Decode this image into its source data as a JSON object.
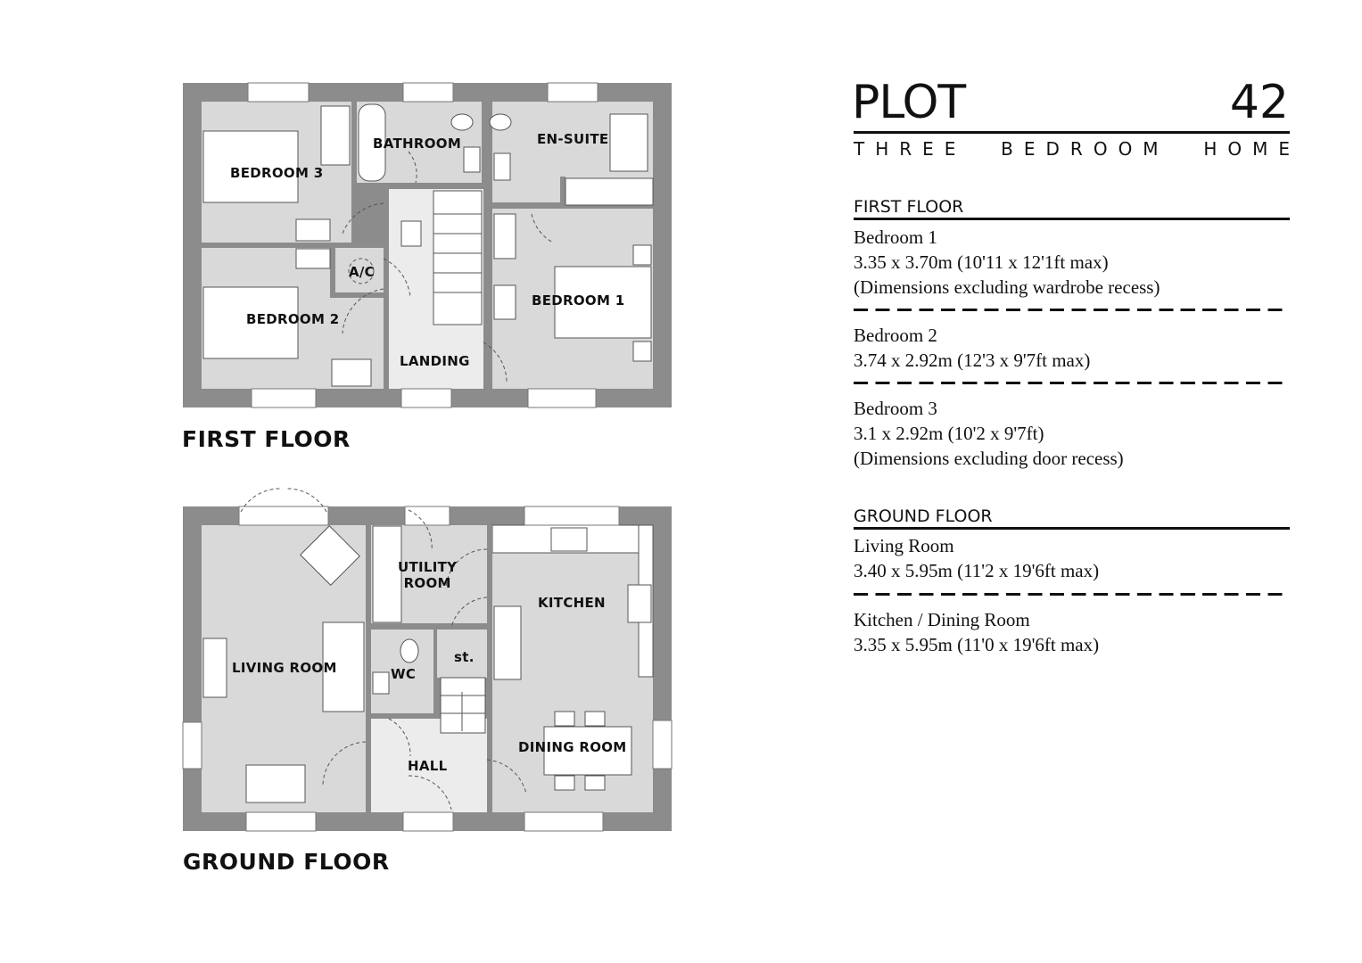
{
  "header": {
    "plot_label": "PLOT",
    "plot_number": "42",
    "subtitle_words": [
      "THREE",
      "BEDROOM",
      "HOME"
    ]
  },
  "floor_captions": {
    "first": "FIRST FLOOR",
    "ground": "GROUND FLOOR"
  },
  "colors": {
    "wall": "#8c8c8c",
    "floor": "#d9d9d9",
    "circulation": "#ececec",
    "fixture": "#ffffff",
    "text": "#111111"
  },
  "first_floor_plan": {
    "rooms": [
      {
        "name": "BEDROOM 3"
      },
      {
        "name": "BATHROOM"
      },
      {
        "name": "EN-SUITE"
      },
      {
        "name": "A/C"
      },
      {
        "name": "BEDROOM 2"
      },
      {
        "name": "LANDING"
      },
      {
        "name": "BEDROOM 1"
      }
    ]
  },
  "ground_floor_plan": {
    "rooms": [
      {
        "name": "UTILITY\nROOM",
        "line1": "UTILITY",
        "line2": "ROOM"
      },
      {
        "name": "KITCHEN"
      },
      {
        "name": "LIVING ROOM"
      },
      {
        "name": "WC"
      },
      {
        "name": "st."
      },
      {
        "name": "DINING ROOM"
      },
      {
        "name": "HALL"
      }
    ]
  },
  "schedule": {
    "first_floor": {
      "heading": "FIRST FLOOR",
      "entries": [
        {
          "room": "Bedroom 1",
          "size": "3.35 x 3.70m (10'11 x 12'1ft max)",
          "note": "(Dimensions excluding wardrobe recess)"
        },
        {
          "room": "Bedroom 2",
          "size": "3.74 x 2.92m (12'3 x 9'7ft max)",
          "note": ""
        },
        {
          "room": "Bedroom 3",
          "size": "3.1 x 2.92m (10'2 x 9'7ft)",
          "note": "(Dimensions excluding door recess)"
        }
      ]
    },
    "ground_floor": {
      "heading": "GROUND FLOOR",
      "entries": [
        {
          "room": "Living Room",
          "size": "3.40 x 5.95m (11'2 x 19'6ft max)"
        },
        {
          "room": "Kitchen / Dining Room",
          "size": "3.35 x 5.95m (11'0 x 19'6ft max)"
        }
      ]
    }
  }
}
